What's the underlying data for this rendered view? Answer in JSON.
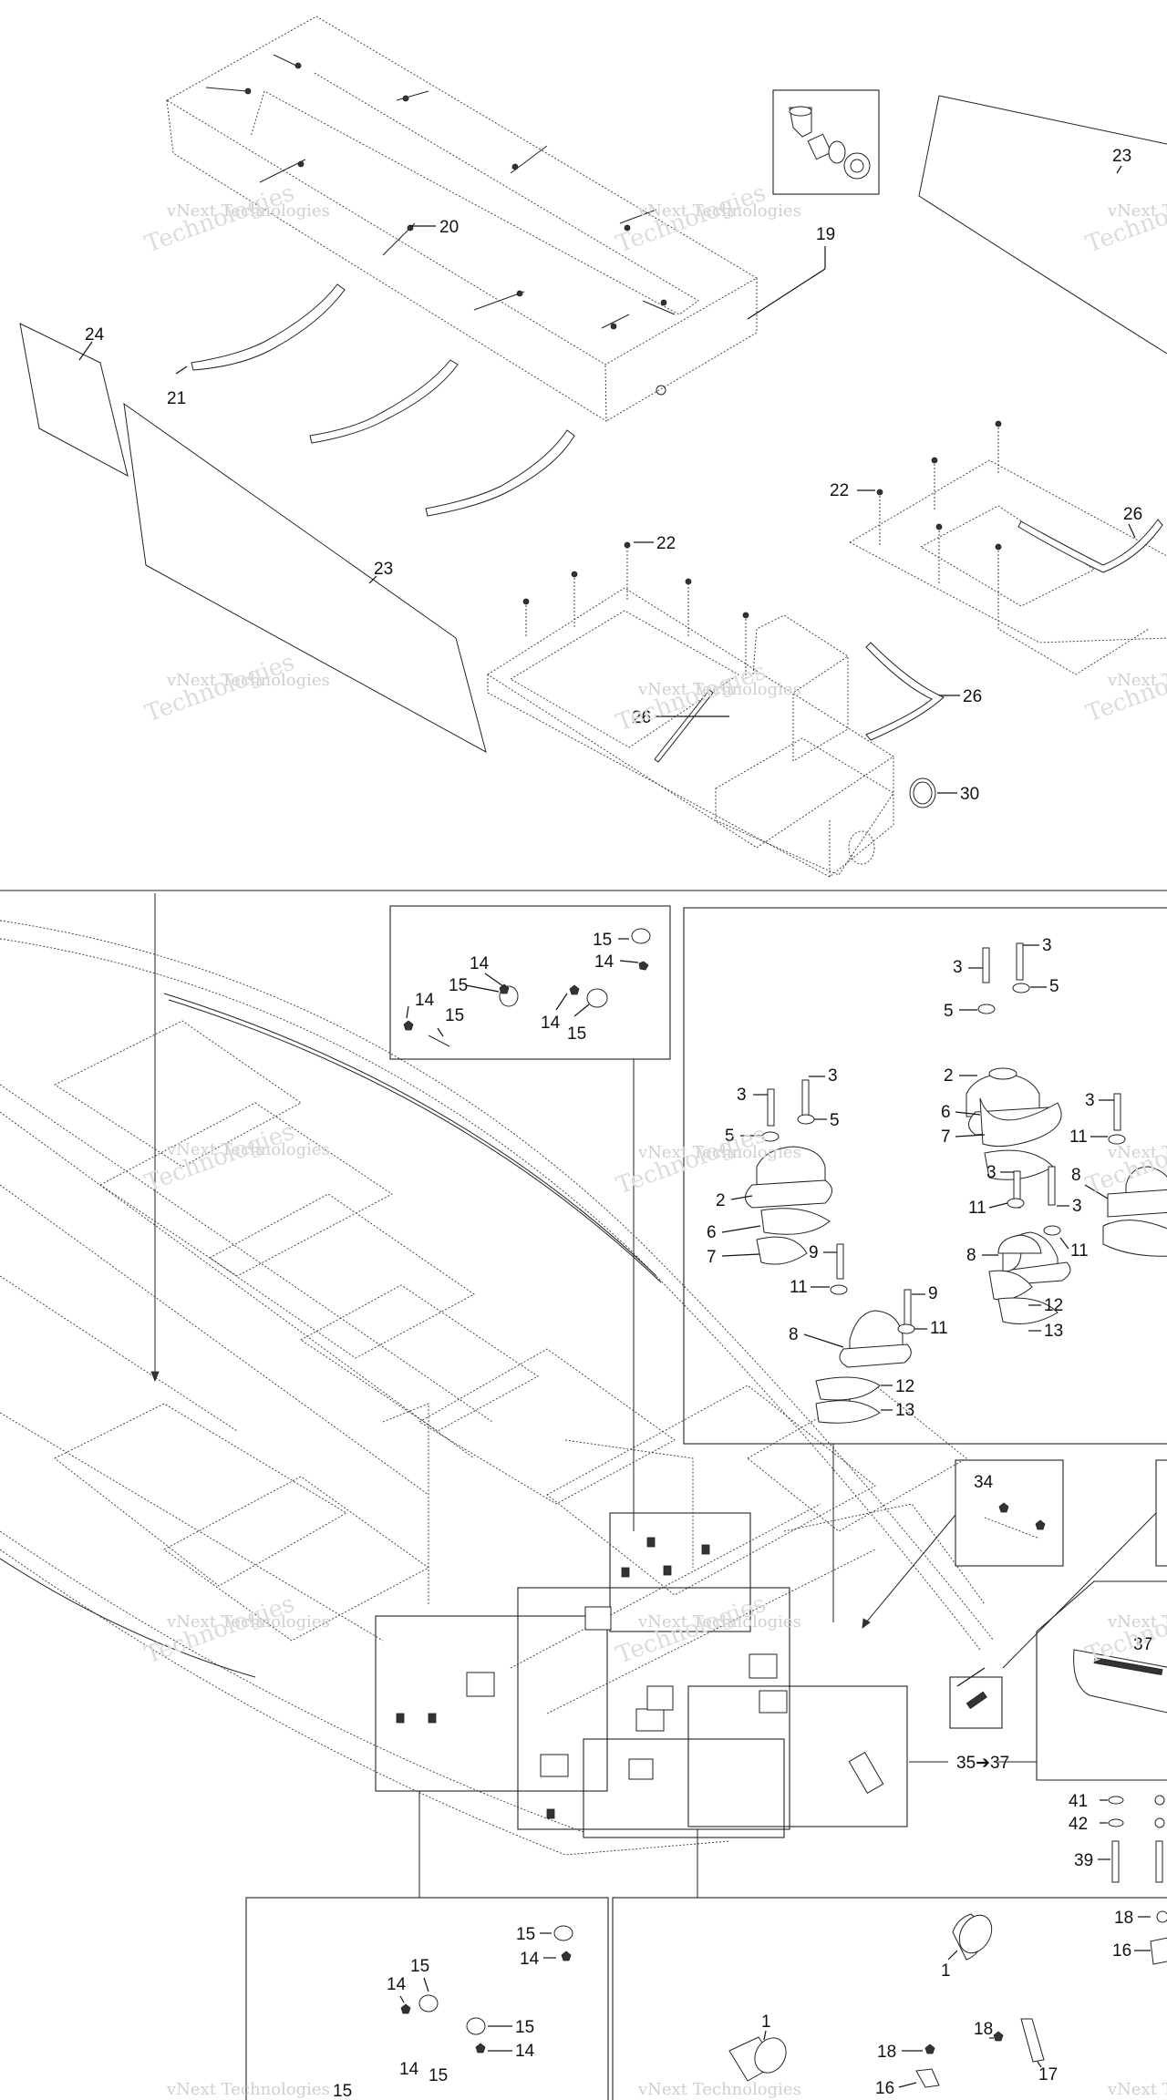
{
  "watermark": {
    "line1": "vNext Technologies",
    "line2": "Technologies"
  },
  "callouts": {
    "c20": "20",
    "c19": "19",
    "c23a": "23",
    "c24": "24",
    "c21": "21",
    "c23b": "23",
    "c22a": "22",
    "c22b": "22",
    "c26a": "26",
    "c26b": "26",
    "c26c": "26",
    "c30": "30",
    "c15a": "15",
    "c14a": "14",
    "c14b": "14",
    "c15b": "15",
    "c14c": "14",
    "c15c": "15",
    "c14d": "14",
    "c15d": "15",
    "c3a": "3",
    "c3b": "3",
    "c5a": "5",
    "c5b": "5",
    "c2a": "2",
    "c6a": "6",
    "c7a": "7",
    "c3c": "3",
    "c3d": "3",
    "c5c": "5",
    "c5d": "5",
    "c2b": "2",
    "c6b": "6",
    "c7b": "7",
    "c3e": "3",
    "c11a": "11",
    "c3f": "3",
    "c8a": "8",
    "c11b": "11",
    "c3g": "3",
    "c11c": "11",
    "c8b": "8",
    "c9a": "9",
    "c11d": "11",
    "c9b": "9",
    "c8c": "8",
    "c11e": "11",
    "c12a": "12",
    "c13a": "13",
    "c12b": "12",
    "c13b": "13",
    "c34": "34",
    "c37": "37",
    "c3537": "35➔37",
    "c41": "41",
    "c42": "42",
    "c39": "39",
    "c15e": "15",
    "c14e": "14",
    "c15f": "15",
    "c14f": "14",
    "c15g": "15",
    "c14g": "14",
    "c14h": "14",
    "c15h": "15",
    "c15i": "15",
    "c1a": "1",
    "c1b": "1",
    "c18a": "18",
    "c16a": "16",
    "c18b": "18",
    "c18c": "18",
    "c17": "17",
    "c16b": "16"
  }
}
